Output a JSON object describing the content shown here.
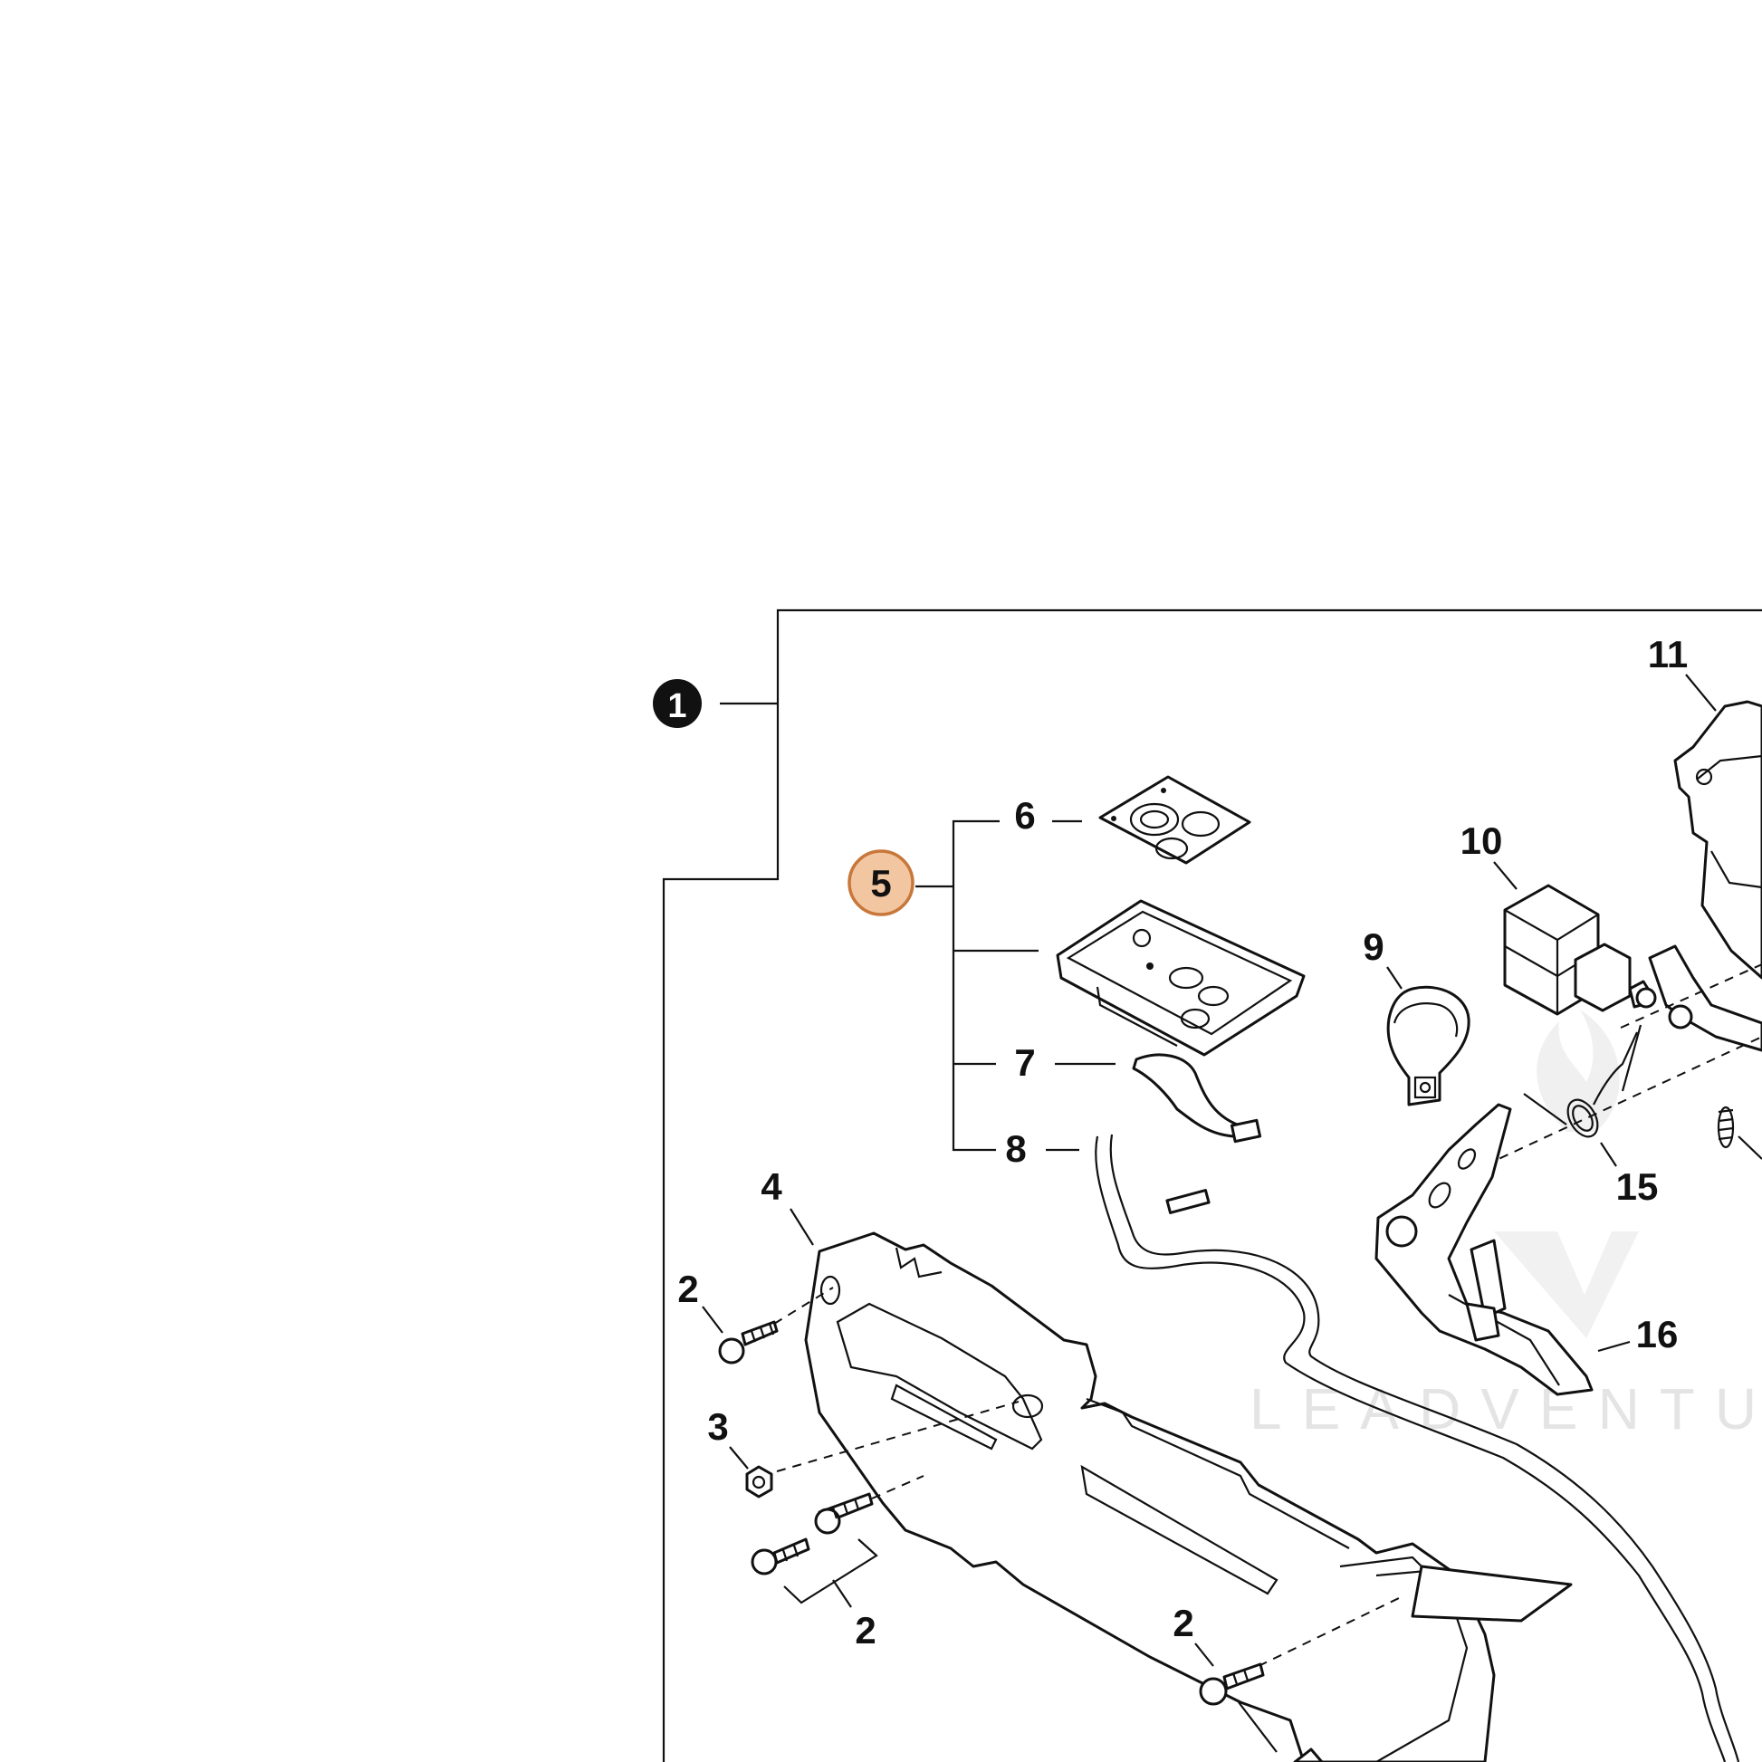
{
  "callouts": {
    "assembly": "1",
    "screw_a": "2",
    "screw_b": "2",
    "screw_pair": "2",
    "nut": "3",
    "handle_housing": "4",
    "switch_unit": "5",
    "membrane": "6",
    "cable_short": "7",
    "cable_long": "8",
    "clamp": "9",
    "switch": "10",
    "cover": "11",
    "spring": "15",
    "trigger": "16"
  },
  "highlight": {
    "callout": "switch_unit",
    "fill": "#f2c6a0",
    "stroke": "#c8773a",
    "text": "#6b3d12"
  },
  "watermark": "LEADVENTU",
  "icons": {
    "assembly": "filled-circle-number",
    "watermark_logo": "flame-v-logo"
  }
}
